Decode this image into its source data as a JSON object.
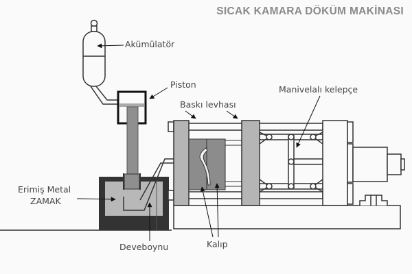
{
  "title": "SICAK KAMARA DÖKÜM MAKİNASI",
  "labels": {
    "accumulator": "Akümülatör",
    "piston": "Piston",
    "pressure_plate": "Baskı levhası",
    "crank_clamp": "Manivelalı kelepçe",
    "molten_metal_line1": "Erimiş Metal",
    "molten_metal_line2": "ZAMAK",
    "gooseneck": "Deveboynu",
    "mold": "Kalıp"
  },
  "colors": {
    "background": "#fafafa",
    "outline": "#333333",
    "furnace": "#333333",
    "molten_metal": "#b8b8b8",
    "plate": "#b5b5b5",
    "mold": "#8c8c8c",
    "piston_rod": "#8f8f8f",
    "title": "#8a8a8a"
  }
}
